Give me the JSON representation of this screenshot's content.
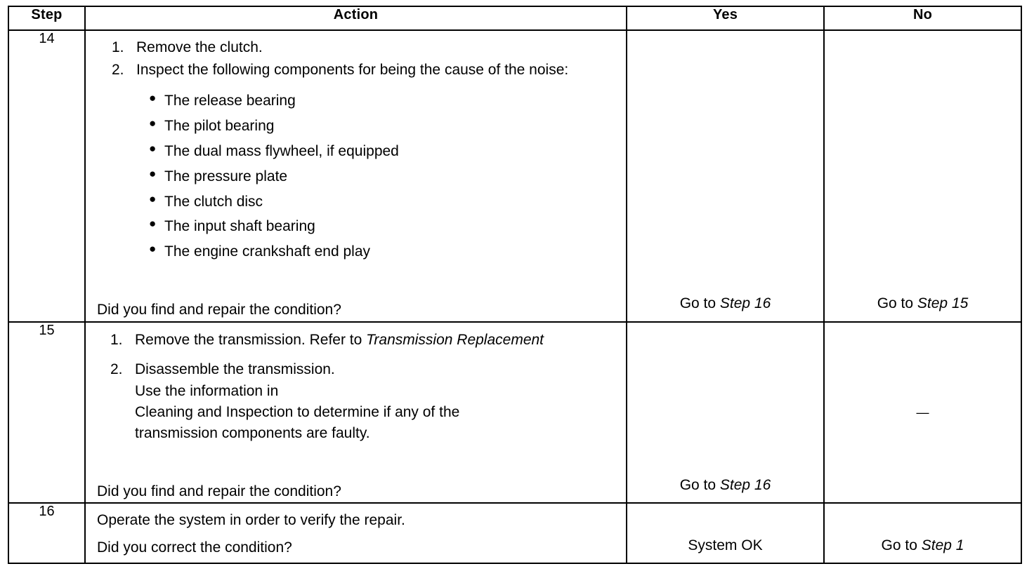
{
  "table": {
    "headers": {
      "step": "Step",
      "action": "Action",
      "yes": "Yes",
      "no": "No"
    },
    "rows": [
      {
        "step": "14",
        "items": [
          {
            "num": "1.",
            "text": "Remove the clutch."
          },
          {
            "num": "2.",
            "text": "Inspect the following components for being the cause of the noise:"
          }
        ],
        "bullets": [
          "The release bearing",
          "The pilot bearing",
          "The dual mass flywheel, if equipped",
          "The pressure plate",
          "The clutch disc",
          "The input shaft bearing",
          "The engine crankshaft end play"
        ],
        "question": "Did you find and repair the condition?",
        "yes_prefix": "Go to ",
        "yes_ital": "Step 16",
        "no_prefix": "Go to ",
        "no_ital": "Step 15"
      },
      {
        "step": "15",
        "item1_pre": "Remove the transmission. Refer to ",
        "item1_ital": "Transmission Replacement",
        "item1_num": "1.",
        "item2_num": "2.",
        "item2_line1": "Disassemble the transmission.",
        "item2_line2": "Use the information in",
        "item2_line3": "Cleaning and Inspection to determine if any of the",
        "item2_line4": "transmission components are faulty.",
        "question": "Did you find and repair the condition?",
        "yes_prefix": "Go to ",
        "yes_ital": "Step 16",
        "no_dash": "—"
      },
      {
        "step": "16",
        "line1": "Operate the system in order to verify the repair.",
        "line2": "Did you correct the condition?",
        "yes_text": "System OK",
        "no_prefix": "Go to ",
        "no_ital": "Step 1"
      }
    ]
  }
}
